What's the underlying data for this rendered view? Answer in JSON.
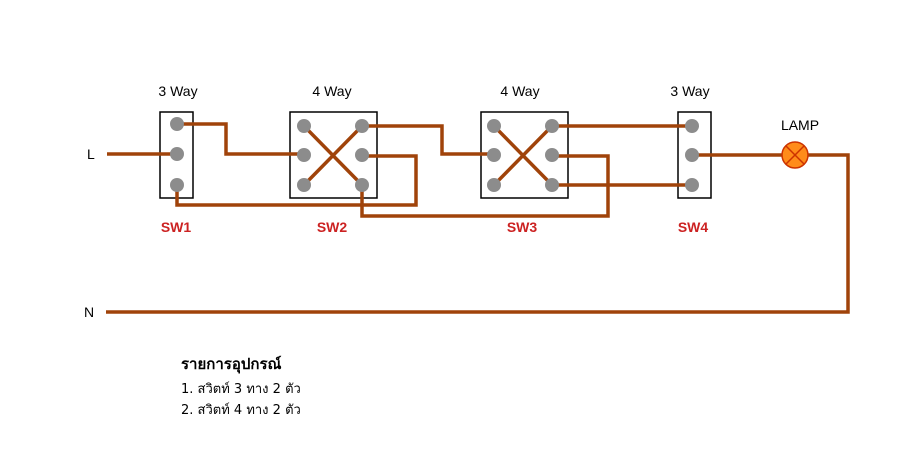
{
  "labels": {
    "line": "L",
    "neutral": "N",
    "lamp": "LAMP"
  },
  "switches": [
    {
      "name": "SW1",
      "type": "3 Way"
    },
    {
      "name": "SW2",
      "type": "4 Way"
    },
    {
      "name": "SW3",
      "type": "4 Way"
    },
    {
      "name": "SW4",
      "type": "3 Way"
    }
  ],
  "legend": {
    "title": "รายการอุปกรณ์",
    "items": [
      "1. สวิตท์ 3 ทาง 2 ตัว",
      "2. สวิตท์ 4 ทาง 2 ตัว"
    ]
  },
  "colors": {
    "wire": "#a0430a",
    "terminal": "#8c8c8c",
    "lamp": "#ff8c1a",
    "switch_label": "#cc2222"
  }
}
